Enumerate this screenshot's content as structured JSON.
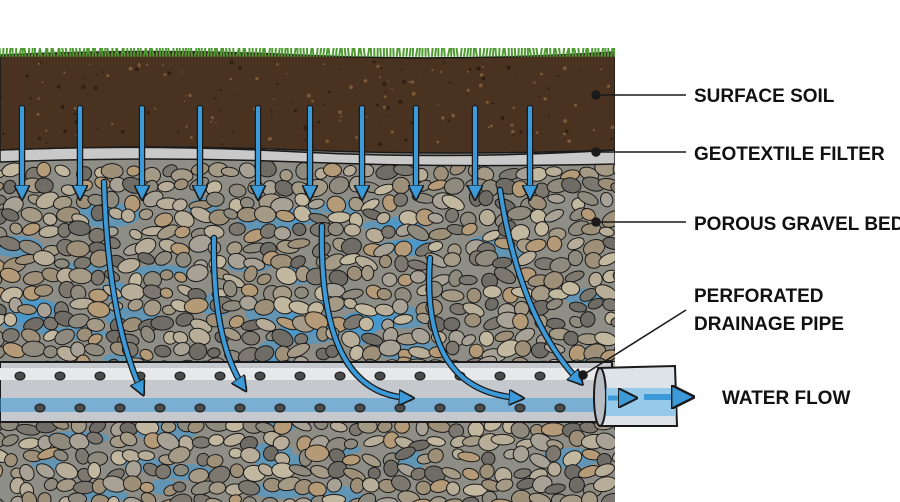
{
  "labels": {
    "surface_soil": "SURFACE SOIL",
    "geotextile_filter": "GEOTEXTILE FILTER",
    "porous_gravel_bed": "POROUS GRAVEL BED",
    "perforated_line1": "PERFORATED",
    "perforated_line2": "DRAINAGE PIPE",
    "water_flow": "WATER FLOW"
  },
  "colors": {
    "soil": "#4a3220",
    "soil_speck": "#7a5a3a",
    "geotextile": "#c9c9c9",
    "gravel_fill": "#8e8e86",
    "water": "#3d9ad8",
    "grass": "#4f9a32",
    "pipe": "#c5c8cc",
    "outline": "#1a1a1a"
  }
}
